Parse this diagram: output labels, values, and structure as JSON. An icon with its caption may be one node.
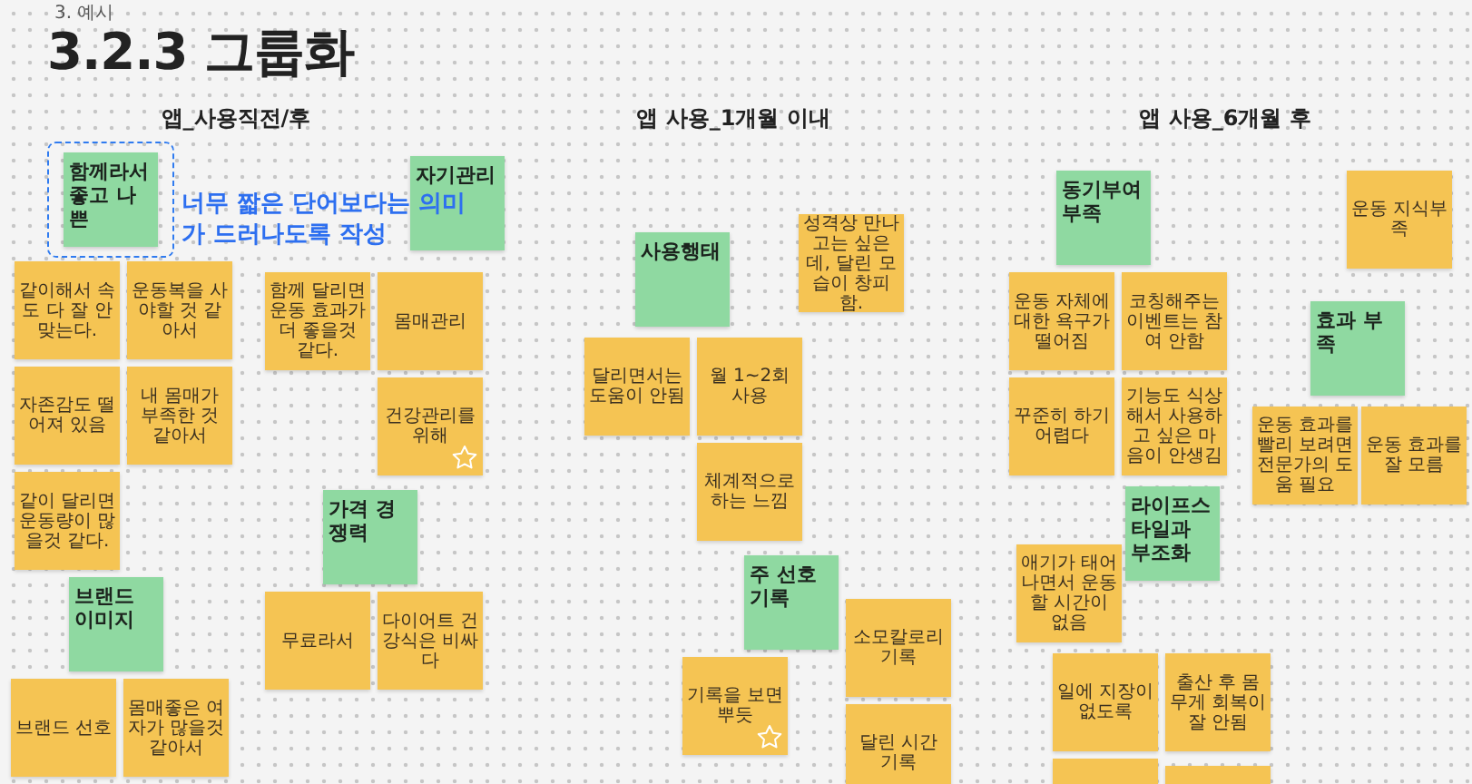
{
  "diagram": {
    "title": "3.2.3 그룹화",
    "nodes": [
      {
        "text": [],
        "shape": "box"
      },
      {
        "text": [
          "함께라서 좋고 나쁜"
        ],
        "in": 0
      },
      {
        "text": [
          "자기관리"
        ]
      },
      {
        "text": [
          "같이해서 속도 다 잘 안맞는다."
        ]
      },
      {
        "text": [
          "운동복을 사야할 것 같아서"
        ]
      },
      {
        "text": [
          "함께 달리면 운동 효과가 더 좋을것 같다."
        ]
      },
      {
        "text": [
          "몸매관리"
        ]
      },
      {
        "text": [
          "자존감도 떨어져 있음"
        ]
      },
      {
        "text": [
          "내 몸매가 부족한 것 같아서"
        ]
      },
      {
        "text": [
          "건강관리를 위해"
        ]
      },
      {
        "text": [
          "같이 달리면 운동량이 많을것 같다."
        ]
      },
      {
        "text": [
          "가격 경쟁력"
        ]
      },
      {
        "text": [
          "브랜드 이미지"
        ]
      },
      {
        "text": [
          "무료라서"
        ]
      },
      {
        "text": [
          "다이어트 건강식은 비싸다"
        ]
      },
      {
        "text": [
          "브랜드 선호"
        ]
      },
      {
        "text": [
          "몸매좋은 여자가 많을것 같아서"
        ]
      },
      {
        "text": [
          "사용행태"
        ]
      },
      {
        "text": [
          "성격상 만나고는 싶은데, 달린 모습이 창피함."
        ]
      },
      {
        "text": [
          "달리면서는 도움이 안됨"
        ]
      },
      {
        "text": [
          "월 1~2회 사용"
        ]
      },
      {
        "text": [
          "체계적으로 하는 느낌"
        ]
      },
      {
        "text": [
          "주 선호기록"
        ]
      },
      {
        "text": [
          "소모칼로리 기록"
        ]
      },
      {
        "text": [
          "기록을 보면 뿌듯"
        ]
      },
      {
        "text": [
          "달린 시간 기록"
        ]
      },
      {
        "text": [
          "동기부여 부족"
        ]
      },
      {
        "text": [
          "운동 지식부족"
        ]
      },
      {
        "text": [
          "운동 자체에 대한 욕구가 떨어짐"
        ]
      },
      {
        "text": [
          "코칭해주는 이벤트는 참여 안함"
        ]
      },
      {
        "text": [
          "효과 부족"
        ]
      },
      {
        "text": [
          "꾸준히 하기 어렵다"
        ]
      },
      {
        "text": [
          "기능도 식상해서 사용하고 싶은 마음이 안생김"
        ]
      },
      {
        "text": [
          "운동 효과를 빨리 보려면 전문가의 도움 필요"
        ]
      },
      {
        "text": [
          "운동 효과를 잘 모름"
        ]
      },
      {
        "text": [
          "라이프스타일과 부조화"
        ]
      },
      {
        "text": [
          "애기가 태어나면서 운동할 시간이 없음"
        ]
      },
      {
        "text": [
          "일에 지장이 없도록"
        ]
      },
      {
        "text": [
          "출산 후 몸무게 회복이 잘 안됨"
        ]
      },
      {
        "text": [],
        "shape": "box"
      },
      {
        "text": [],
        "shape": "box"
      }
    ],
    "labels": [
      "3. 예시",
      "앱_사용직전/후",
      "앱 사용_1개월 이내",
      "앱 사용_6개월 후",
      "너무 짧은 단어보다는 의미가 드러나도록 작성"
    ]
  }
}
